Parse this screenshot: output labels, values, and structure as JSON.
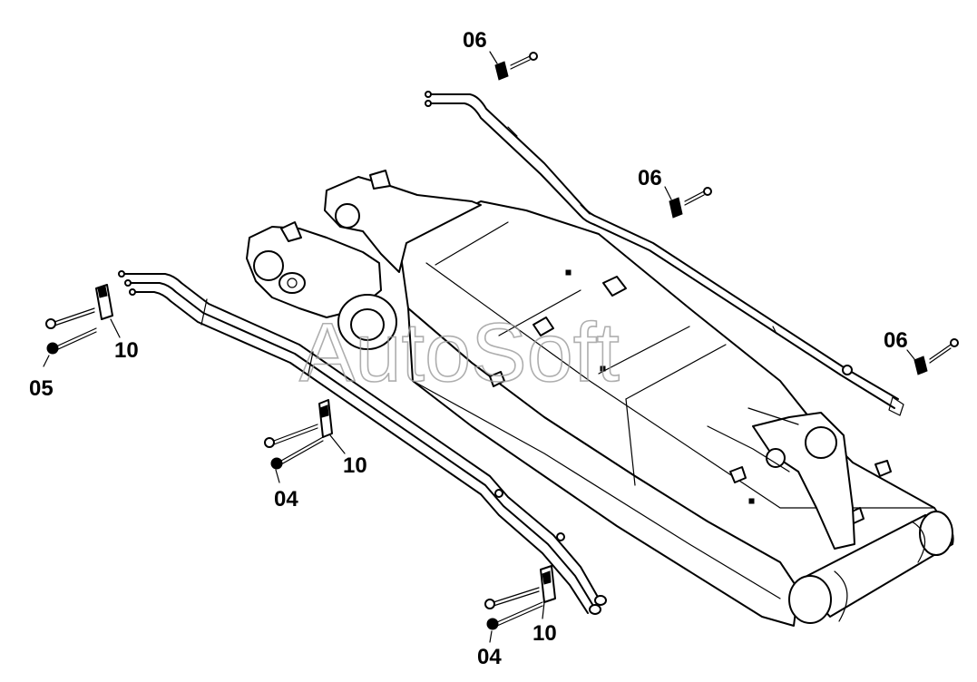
{
  "watermark": "AutoSoft",
  "callouts": {
    "c06_top": "06",
    "c06_mid": "06",
    "c06_right": "06",
    "c10_left": "10",
    "c05": "05",
    "c10_center": "10",
    "c04_center": "04",
    "c10_bottom": "10",
    "c04_bottom": "04"
  }
}
